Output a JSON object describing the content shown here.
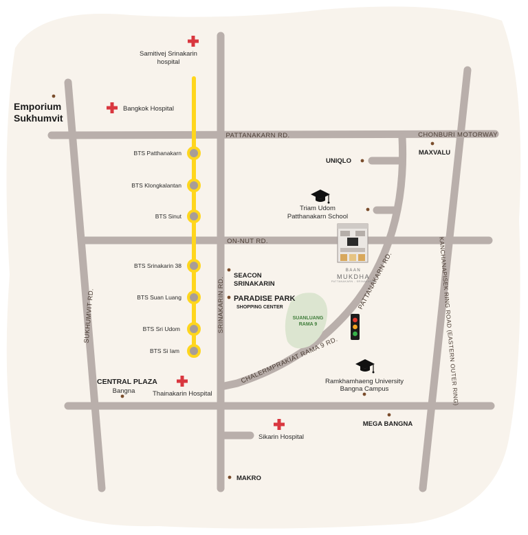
{
  "colors": {
    "background_blob": "#f8f3ec",
    "road": "#b9afab",
    "bts_line": "#ffd61e",
    "station_fill": "#a89d97",
    "poi_dot": "#7a4d2c",
    "hospital_cross": "#d9373f",
    "park": "#dce5d0",
    "road_label": "#4a3c33"
  },
  "roads": {
    "pattanakarn": "PATTANAKARN RD.",
    "chonburi": "CHONBURI MOTORWAY",
    "on_nut": "ON-NUT RD.",
    "sukhumvit": "SUKHUMVIT RD.",
    "srinakarin": "SRINAKARIN RD.",
    "pattanakarn_diag": "PATTANAKARN RD.",
    "chalermprakiat": "CHALERMPRAKIAT RAMA 9 RD.",
    "kanchanapisek": "KANCHANAPISEK RING ROAD (EASTERN OUTER RING)"
  },
  "stations": [
    "BTS Patthanakarn",
    "BTS Klongkalantan",
    "BTS Sinut",
    "BTS Srinakarin 38",
    "BTS Suan Luang",
    "BTS Sri Udom",
    "BTS Si Iam"
  ],
  "places": {
    "samitivej_1": "Samitivej Srinakarin",
    "samitivej_2": "hospital",
    "bangkok_hospital": "Bangkok Hospital",
    "emporium_1": "Emporium",
    "emporium_2": "Sukhumvit",
    "uniqlo": "UNIQLO",
    "maxvalu": "MAXVALU",
    "triam_1": "Triam Udom",
    "triam_2": "Patthanakarn School",
    "seacon_1": "SEACON",
    "seacon_2": "SRINAKARIN",
    "paradise_1": "PARADISE PARK",
    "paradise_2": "SHOPPING CENTER",
    "park_1": "SUANLUANG",
    "park_2": "RAMA 9",
    "central_1": "CENTRAL PLAZA",
    "central_2": "Bangna",
    "thainakarin": "Thainakarin Hospital",
    "ramkhamhaeng_1": "Ramkhamhaeng University",
    "ramkhamhaeng_2": "Bangna Campus",
    "mega_bangna": "MEGA BANGNA",
    "sikarin": "Sikarin Hospital",
    "makro": "MAKRO",
    "brand_name": "BAAN",
    "brand_name_2": "MUKDHA",
    "brand_sub": "PATTANAKARN - SRINAKARIN"
  },
  "icons": {
    "hospital": "red-cross-icon",
    "school": "graduation-cap-icon",
    "traffic": "traffic-light-icon",
    "building": "baan-mukdha-building-icon"
  }
}
